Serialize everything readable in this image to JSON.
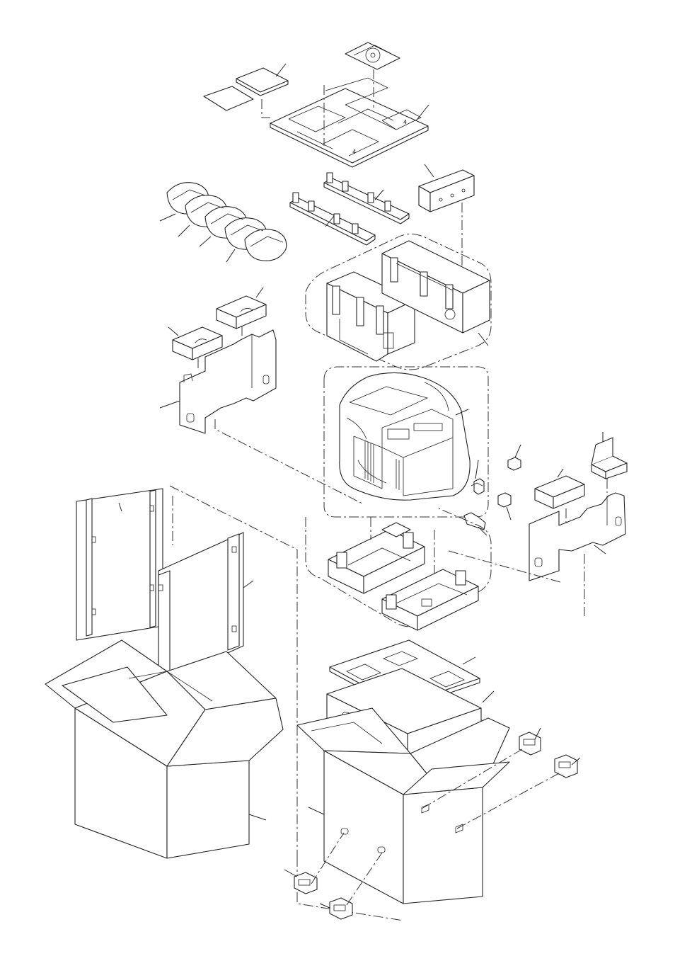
{
  "diagram": {
    "kind": "exploded packing parts view",
    "line_color": "#222222",
    "background": "#ffffff"
  },
  "parts": [
    {
      "id": "manual-booklets",
      "icon": "booklet-icon"
    },
    {
      "id": "cd-sleeve",
      "icon": "disc-sleeve-icon"
    },
    {
      "id": "top-accessory-tray",
      "icon": "tray-icon"
    },
    {
      "id": "foam-block",
      "icon": "foam-block-icon"
    },
    {
      "id": "cardboard-rails",
      "icon": "rail-icon"
    },
    {
      "id": "accessory-bags",
      "icon": "bag-icon"
    },
    {
      "id": "upper-foam-cushions",
      "icon": "cushion-icon"
    },
    {
      "id": "left-side-pads",
      "icon": "pad-icon"
    },
    {
      "id": "wrapped-machine",
      "icon": "printer-icon"
    },
    {
      "id": "right-side-pads",
      "icon": "pad-icon"
    },
    {
      "id": "small-clips",
      "icon": "clip-icon"
    },
    {
      "id": "lower-foam-cushions",
      "icon": "cushion-icon"
    },
    {
      "id": "tall-side-panels",
      "icon": "panel-icon"
    },
    {
      "id": "open-outer-carton",
      "icon": "box-icon"
    },
    {
      "id": "carton-lid-sheet",
      "icon": "sheet-icon"
    },
    {
      "id": "inner-carton-tray",
      "icon": "tray-icon"
    },
    {
      "id": "second-carton",
      "icon": "box-icon"
    },
    {
      "id": "carton-locking-handles",
      "icon": "handle-icon"
    }
  ]
}
